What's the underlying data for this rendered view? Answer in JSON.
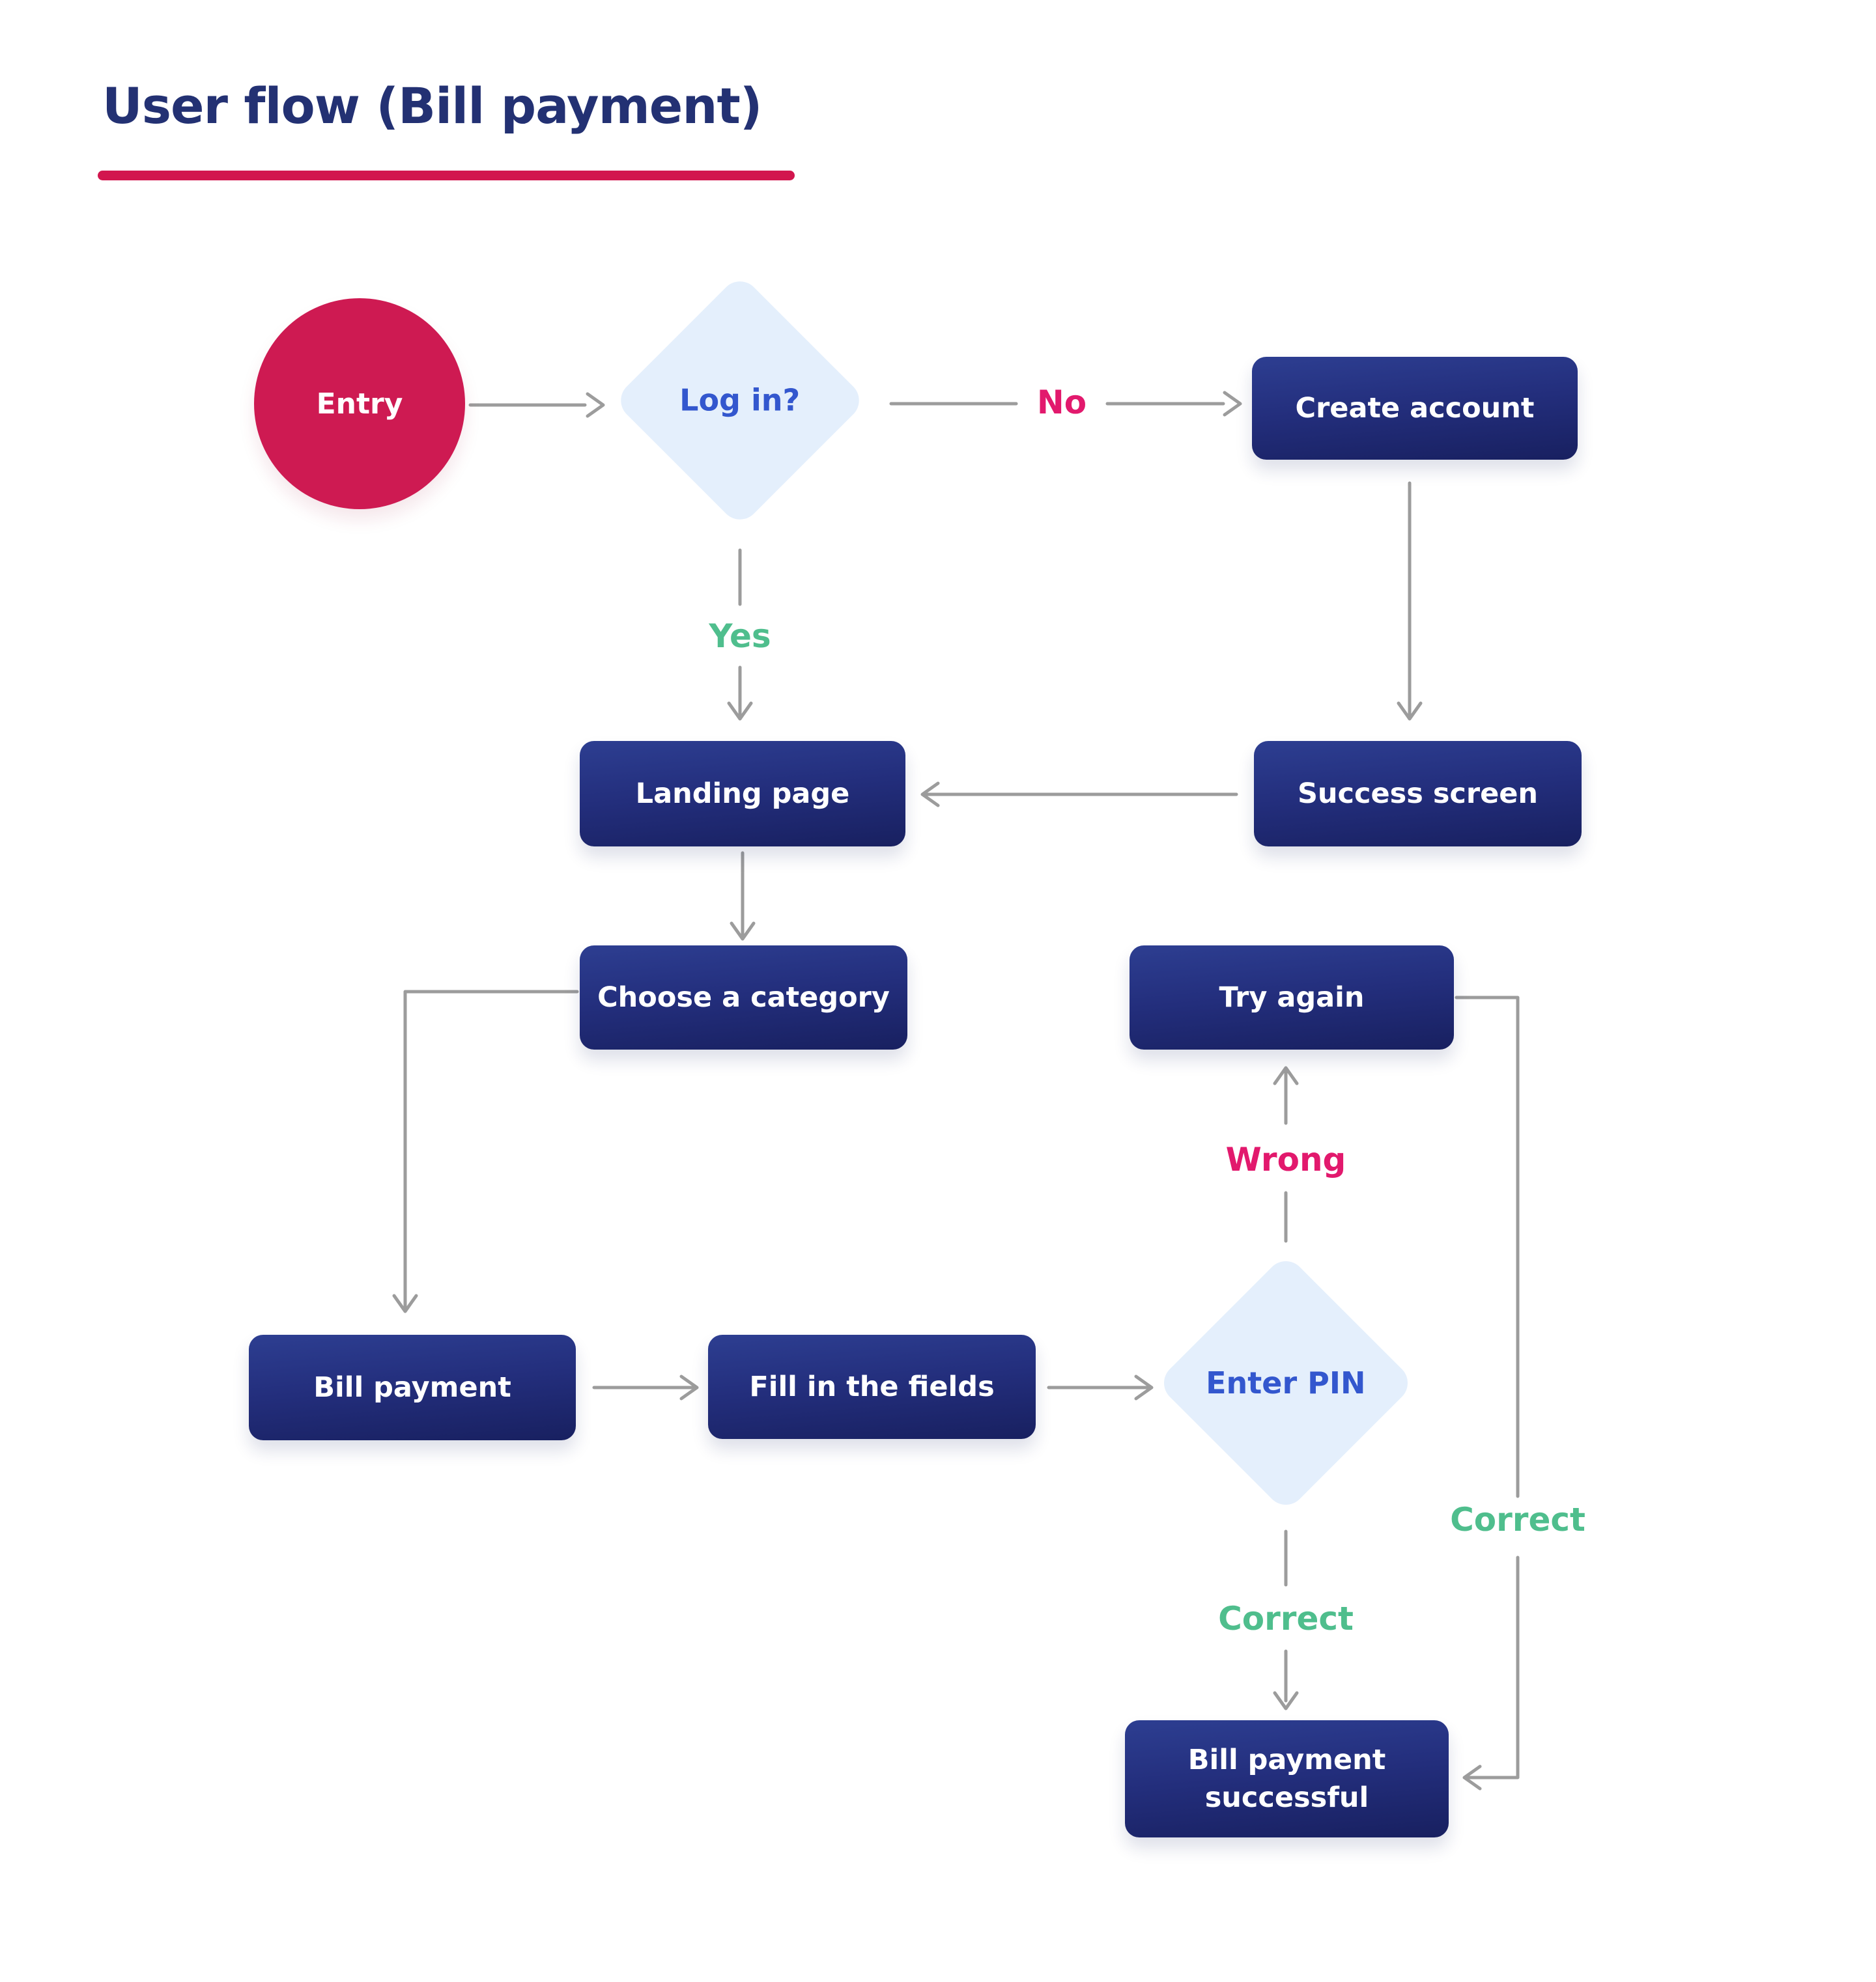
{
  "title": {
    "text": "User flow (Bill payment)"
  },
  "colors": {
    "title": "#233173",
    "underline": "#D2164E",
    "start_node": "#CE1A52",
    "process_box_top": "#2D3E91",
    "process_box_bottom": "#182060",
    "decision_bg": "#E4EFFC",
    "decision_text": "#3357CE",
    "positive_label": "#4FBE8D",
    "negative_label": "#E2196D",
    "connector": "#9C9C9C"
  },
  "nodes": [
    {
      "id": "entry",
      "type": "start",
      "label": "Entry"
    },
    {
      "id": "login",
      "type": "decision",
      "label": "Log in?"
    },
    {
      "id": "create-account",
      "type": "process",
      "label": "Create account"
    },
    {
      "id": "landing-page",
      "type": "process",
      "label": "Landing page"
    },
    {
      "id": "success-screen",
      "type": "process",
      "label": "Success screen"
    },
    {
      "id": "choose-category",
      "type": "process",
      "label": "Choose a category"
    },
    {
      "id": "try-again",
      "type": "process",
      "label": "Try again"
    },
    {
      "id": "bill-payment",
      "type": "process",
      "label": "Bill payment"
    },
    {
      "id": "fill-fields",
      "type": "process",
      "label": "Fill in the fields"
    },
    {
      "id": "enter-pin",
      "type": "decision",
      "label": "Enter PIN"
    },
    {
      "id": "bill-success",
      "type": "process",
      "label": "Bill payment successful"
    }
  ],
  "edge_labels": {
    "no": "No",
    "yes": "Yes",
    "wrong": "Wrong",
    "correct_right": "Correct",
    "correct_bottom": "Correct"
  }
}
